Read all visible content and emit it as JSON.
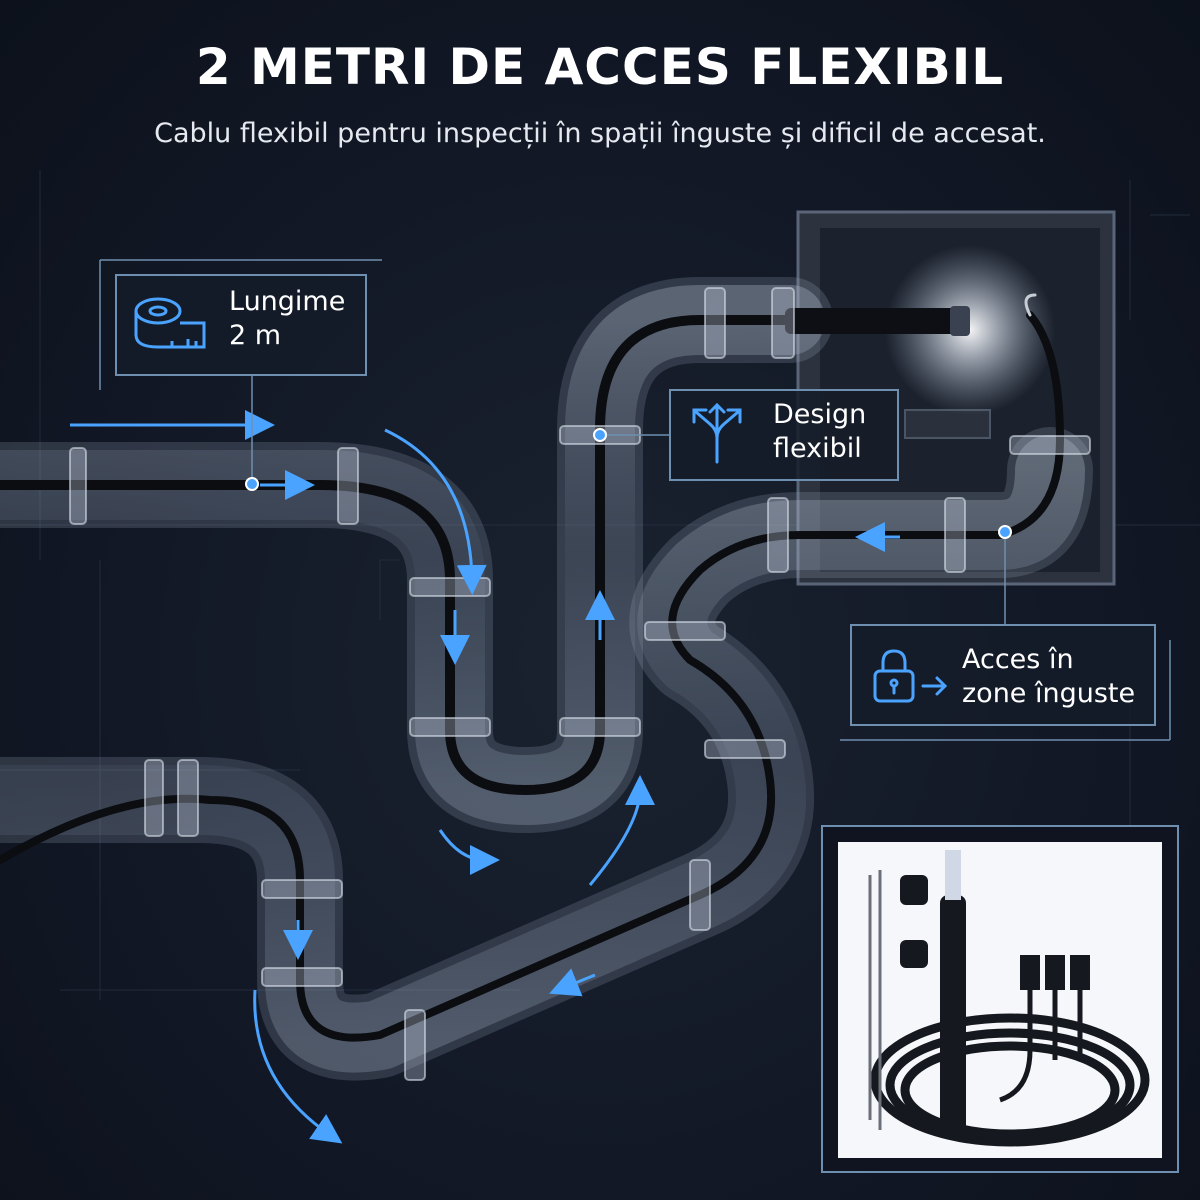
{
  "header": {
    "title": "2 METRI DE ACCES FLEXIBIL",
    "subtitle": "Cablu flexibil pentru inspecții în spații înguste și dificil de accesat."
  },
  "callouts": {
    "length": {
      "line1": "Lungime",
      "line2": "2 m",
      "icon": "tape-measure-icon"
    },
    "flexible": {
      "line1": "Design",
      "line2": "flexibil",
      "icon": "split-arrows-icon"
    },
    "access": {
      "line1": "Acces în",
      "line2": "zone înguste",
      "icon": "padlock-arrow-icon"
    }
  },
  "colors": {
    "accent": "#4aa3ff",
    "background": "#121826",
    "frame": "#6f8fb0"
  }
}
